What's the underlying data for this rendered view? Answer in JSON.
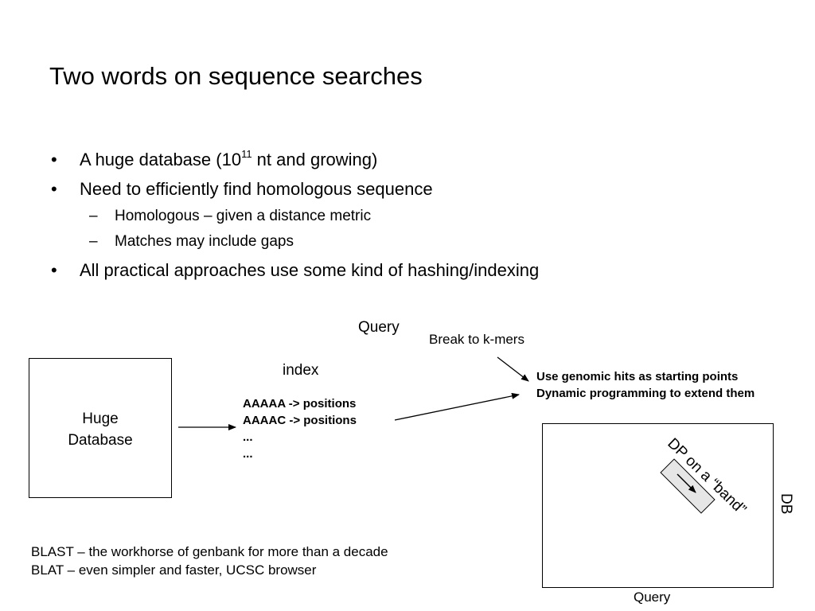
{
  "slide": {
    "title": "Two words on sequence searches",
    "bullets": [
      {
        "mark": "•",
        "text_before": "A huge database (10",
        "sup": "11",
        "text_after": " nt and growing)"
      },
      {
        "mark": "•",
        "text": "Need to efficiently find homologous sequence"
      },
      {
        "mark": "–",
        "text": "Homologous – given a distance metric"
      },
      {
        "mark": "–",
        "text": "Matches may include gaps"
      },
      {
        "mark": "•",
        "text": "All practical approaches use some kind of hashing/indexing"
      }
    ]
  },
  "diagram": {
    "database_line1": "Huge",
    "database_line2": "Database",
    "index_label": "index",
    "index_entries": [
      "AAAAA -> positions",
      "AAAAC -> positions",
      "...",
      "..."
    ],
    "query_label_top": "Query",
    "kmers_label": "Break to k-mers",
    "hits_line1": "Use genomic hits as starting points",
    "hits_line2": "Dynamic programming to extend them",
    "dp_band_label": "DP on a “band”",
    "db_axis_label": "DB",
    "query_axis_label": "Query"
  },
  "footer": {
    "line1": "BLAST – the workhorse of genbank for more than a decade",
    "line2": "BLAT – even simpler and faster, UCSC browser"
  },
  "colors": {
    "text": "#000000",
    "band_fill": "#e6e6e6"
  }
}
